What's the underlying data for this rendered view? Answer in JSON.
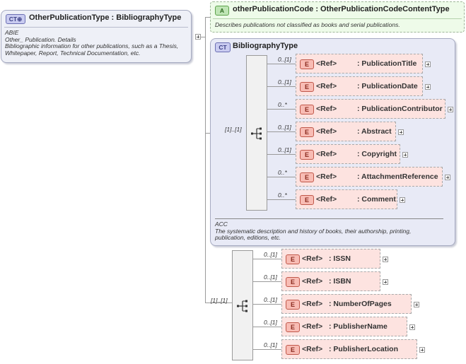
{
  "main": {
    "badge": "CT",
    "title": "OtherPublicationType : BibliographyType",
    "note": [
      "ABIE",
      "Other_ Publication. Details",
      "Bibliographic information for other publications, such as a Thesis,",
      "Whitepaper, Report, Technical Documentation, etc."
    ]
  },
  "attribute": {
    "badge": "A",
    "title": "otherPublicationCode : OtherPublicationCodeContentType",
    "note": "Describes publications not classified as books and serial publications."
  },
  "bibliography": {
    "badge": "CT",
    "title": "BibliographyType",
    "sequence_card": "[1]..[1]",
    "note": [
      "ACC",
      "The systematic description and history of books, their authorship, printing,",
      "publication, editions, etc."
    ],
    "elements": [
      {
        "card": "0..[1]",
        "ref": "<Ref>",
        "name": ": PublicationTitle"
      },
      {
        "card": "0..[1]",
        "ref": "<Ref>",
        "name": ": PublicationDate"
      },
      {
        "card": "0..*",
        "ref": "<Ref>",
        "name": ": PublicationContributor"
      },
      {
        "card": "0..[1]",
        "ref": "<Ref>",
        "name": ": Abstract"
      },
      {
        "card": "0..[1]",
        "ref": "<Ref>",
        "name": ": Copyright"
      },
      {
        "card": "0..*",
        "ref": "<Ref>",
        "name": ": AttachmentReference"
      },
      {
        "card": "0..*",
        "ref": "<Ref>",
        "name": ": Comment"
      }
    ]
  },
  "extension": {
    "sequence_card": "[1]..[1]",
    "elements": [
      {
        "card": "0..[1]",
        "ref": "<Ref>",
        "name": ": ISSN"
      },
      {
        "card": "0..[1]",
        "ref": "<Ref>",
        "name": ": ISBN"
      },
      {
        "card": "0..[1]",
        "ref": "<Ref>",
        "name": ": NumberOfPages"
      },
      {
        "card": "0..[1]",
        "ref": "<Ref>",
        "name": ": PublisherName"
      },
      {
        "card": "0..[1]",
        "ref": "<Ref>",
        "name": ": PublisherLocation"
      }
    ]
  },
  "element_badge": "E"
}
